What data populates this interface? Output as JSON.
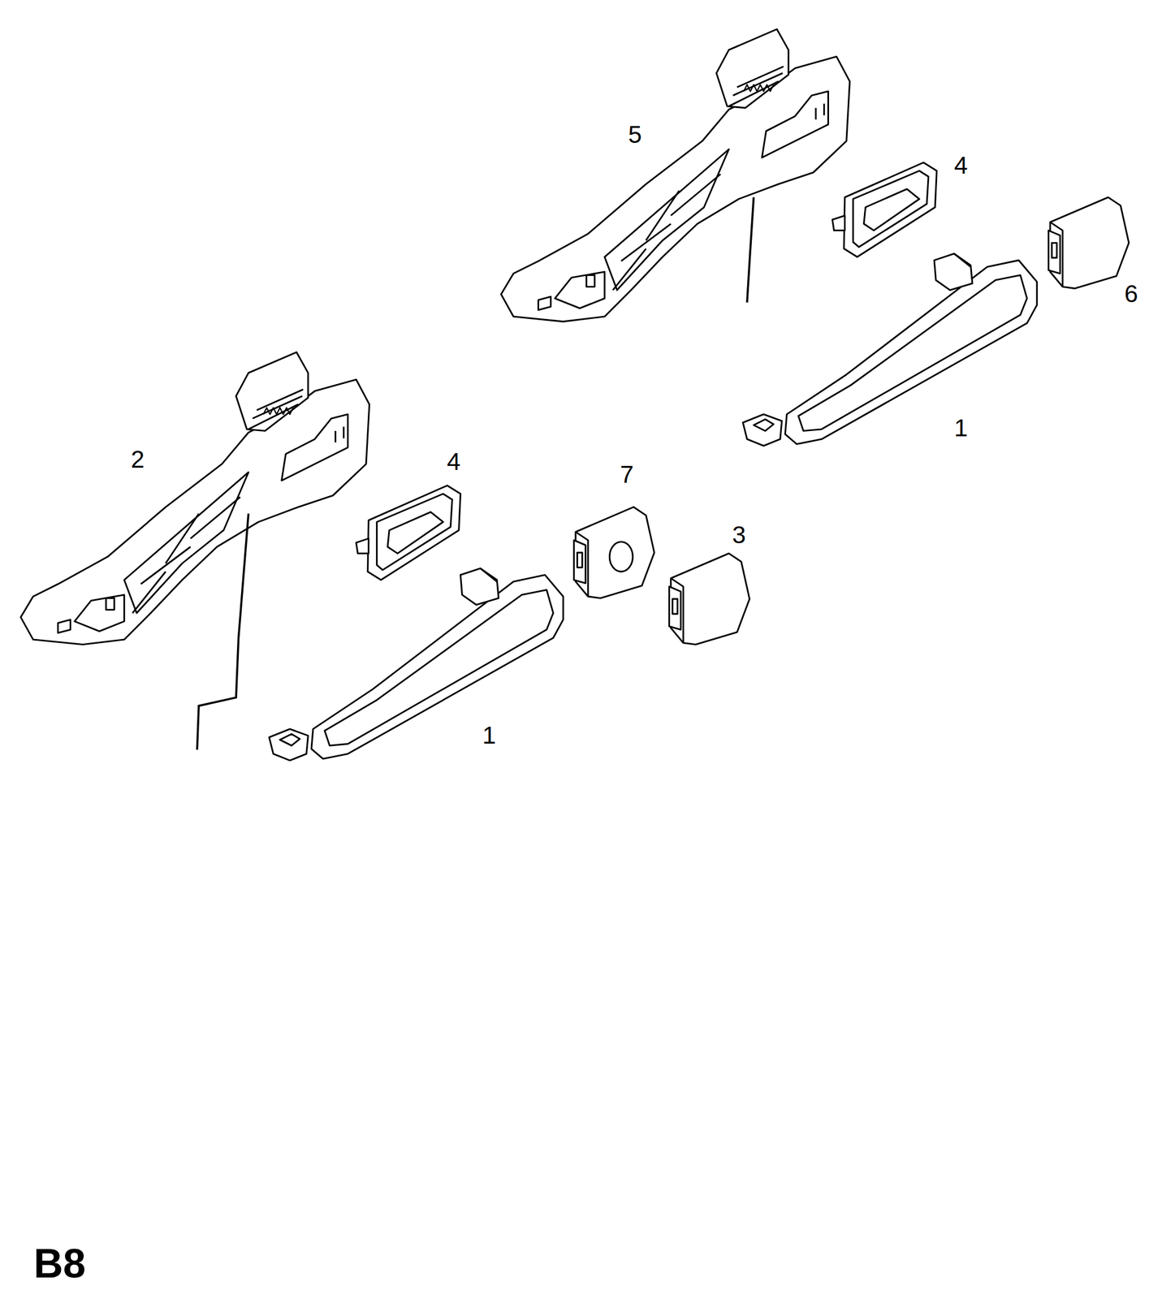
{
  "diagram": {
    "labels": [
      "5",
      "4",
      "6",
      "1",
      "2",
      "4",
      "7",
      "3",
      "1",
      "B8"
    ]
  }
}
